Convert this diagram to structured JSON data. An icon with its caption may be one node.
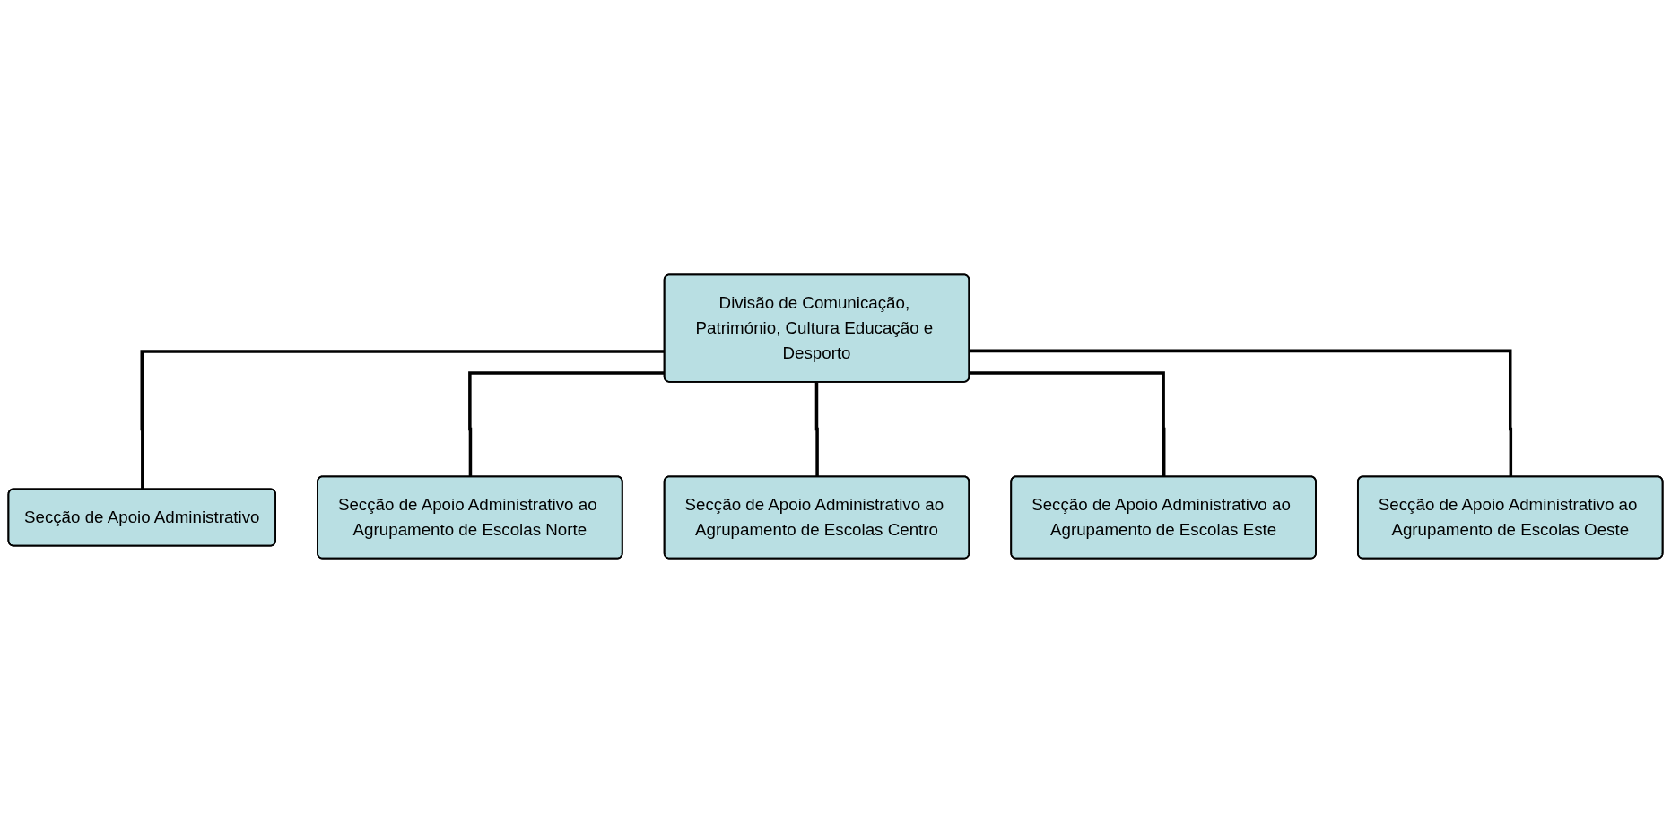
{
  "diagram": {
    "nodes": [
      {
        "text": [
          "Divisão de Comunicação, Património, Cultura Educação e Desporto"
        ]
      },
      {
        "text": [
          "Secção de Apoio Administrativo"
        ]
      },
      {
        "text": [
          "Secção de Apoio Administrativo ao Agrupamento de Escolas Norte"
        ]
      },
      {
        "text": [
          "Secção de Apoio Administrativo ao Agrupamento de Escolas Centro"
        ]
      },
      {
        "text": [
          "Secção de Apoio Administrativo ao Agrupamento de Escolas Este"
        ]
      },
      {
        "text": [
          "Secção de Apoio Administrativo ao Agrupamento de Escolas Oeste"
        ]
      }
    ],
    "edges": [
      {
        "from": 0,
        "to": 1,
        "arrow": "none"
      },
      {
        "from": 0,
        "to": 2,
        "arrow": "none"
      },
      {
        "from": 0,
        "to": 3,
        "arrow": "none"
      },
      {
        "from": 0,
        "to": 4,
        "arrow": "none"
      },
      {
        "from": 0,
        "to": 5,
        "arrow": "none"
      }
    ]
  }
}
